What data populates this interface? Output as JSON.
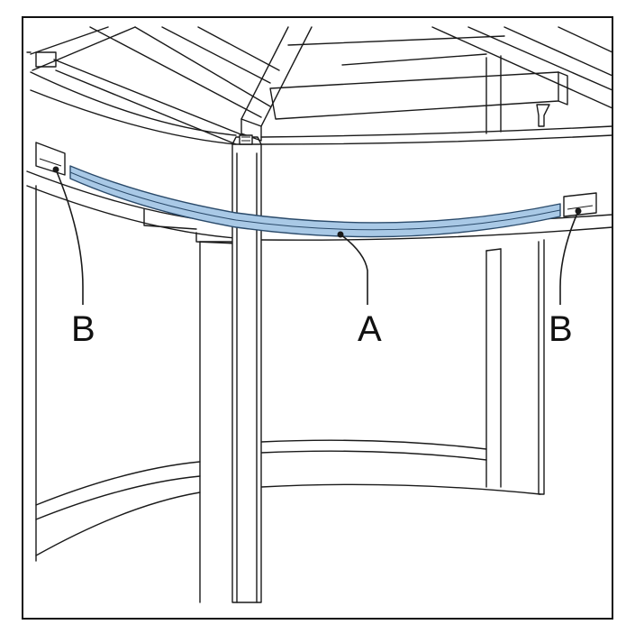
{
  "callouts": {
    "a": "A",
    "b_left": "B",
    "b_right": "B"
  },
  "colors": {
    "strip_fill": "#a9c9e6",
    "strip_stroke": "#2a4a6a",
    "line": "#1a1a1a",
    "frame": "#111111"
  }
}
